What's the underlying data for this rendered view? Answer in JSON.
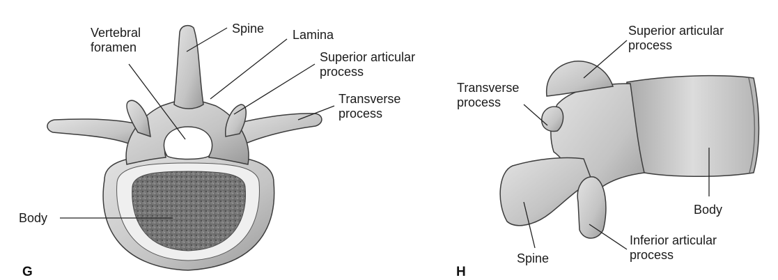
{
  "panel_g": {
    "letter": "G",
    "labels": {
      "vertebral_foramen": [
        "Vertebral",
        "foramen"
      ],
      "spine": "Spine",
      "lamina": "Lamina",
      "superior_articular_process": [
        "Superior articular",
        "process"
      ],
      "transverse_process": [
        "Transverse",
        "process"
      ],
      "body": "Body"
    }
  },
  "panel_h": {
    "letter": "H",
    "labels": {
      "superior_articular_process": [
        "Superior articular",
        "process"
      ],
      "transverse_process": [
        "Transverse",
        "process"
      ],
      "body": "Body",
      "spine": "Spine",
      "inferior_articular_process": [
        "Inferior articular",
        "process"
      ]
    }
  },
  "colors": {
    "bone_fill": "#c9c9c9",
    "bone_shadow": "#8c8c8c",
    "bone_outline": "#3c3c3c",
    "spongy_bone": "#7a7a7a",
    "leader_line": "#222222"
  }
}
